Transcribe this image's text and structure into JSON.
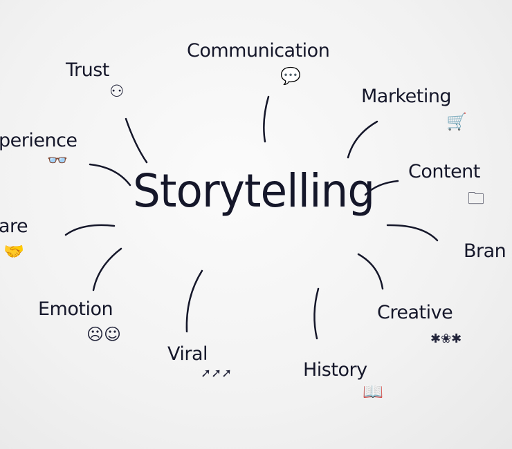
{
  "center": {
    "label": "Storytelling"
  },
  "branches": [
    {
      "label": "Trust",
      "icon": "people-icon"
    },
    {
      "label": "Communication",
      "icon": "speech-bubbles-icon"
    },
    {
      "label": "Marketing",
      "icon": "shopping-cart-icon"
    },
    {
      "label": "perience",
      "icon": "glasses-icon"
    },
    {
      "label": "Content",
      "icon": "folder-icon"
    },
    {
      "label": "are",
      "icon": "handshake-icon"
    },
    {
      "label": "Bran",
      "icon": ""
    },
    {
      "label": "Emotion",
      "icon": "smiley-faces-icon"
    },
    {
      "label": "Creative",
      "icon": "sparkle-doodle-icon"
    },
    {
      "label": "Viral",
      "icon": "arrows-icon"
    },
    {
      "label": "History",
      "icon": "book-icon"
    }
  ],
  "colors": {
    "ink": "#15172a",
    "background": "#f4f4f4"
  }
}
